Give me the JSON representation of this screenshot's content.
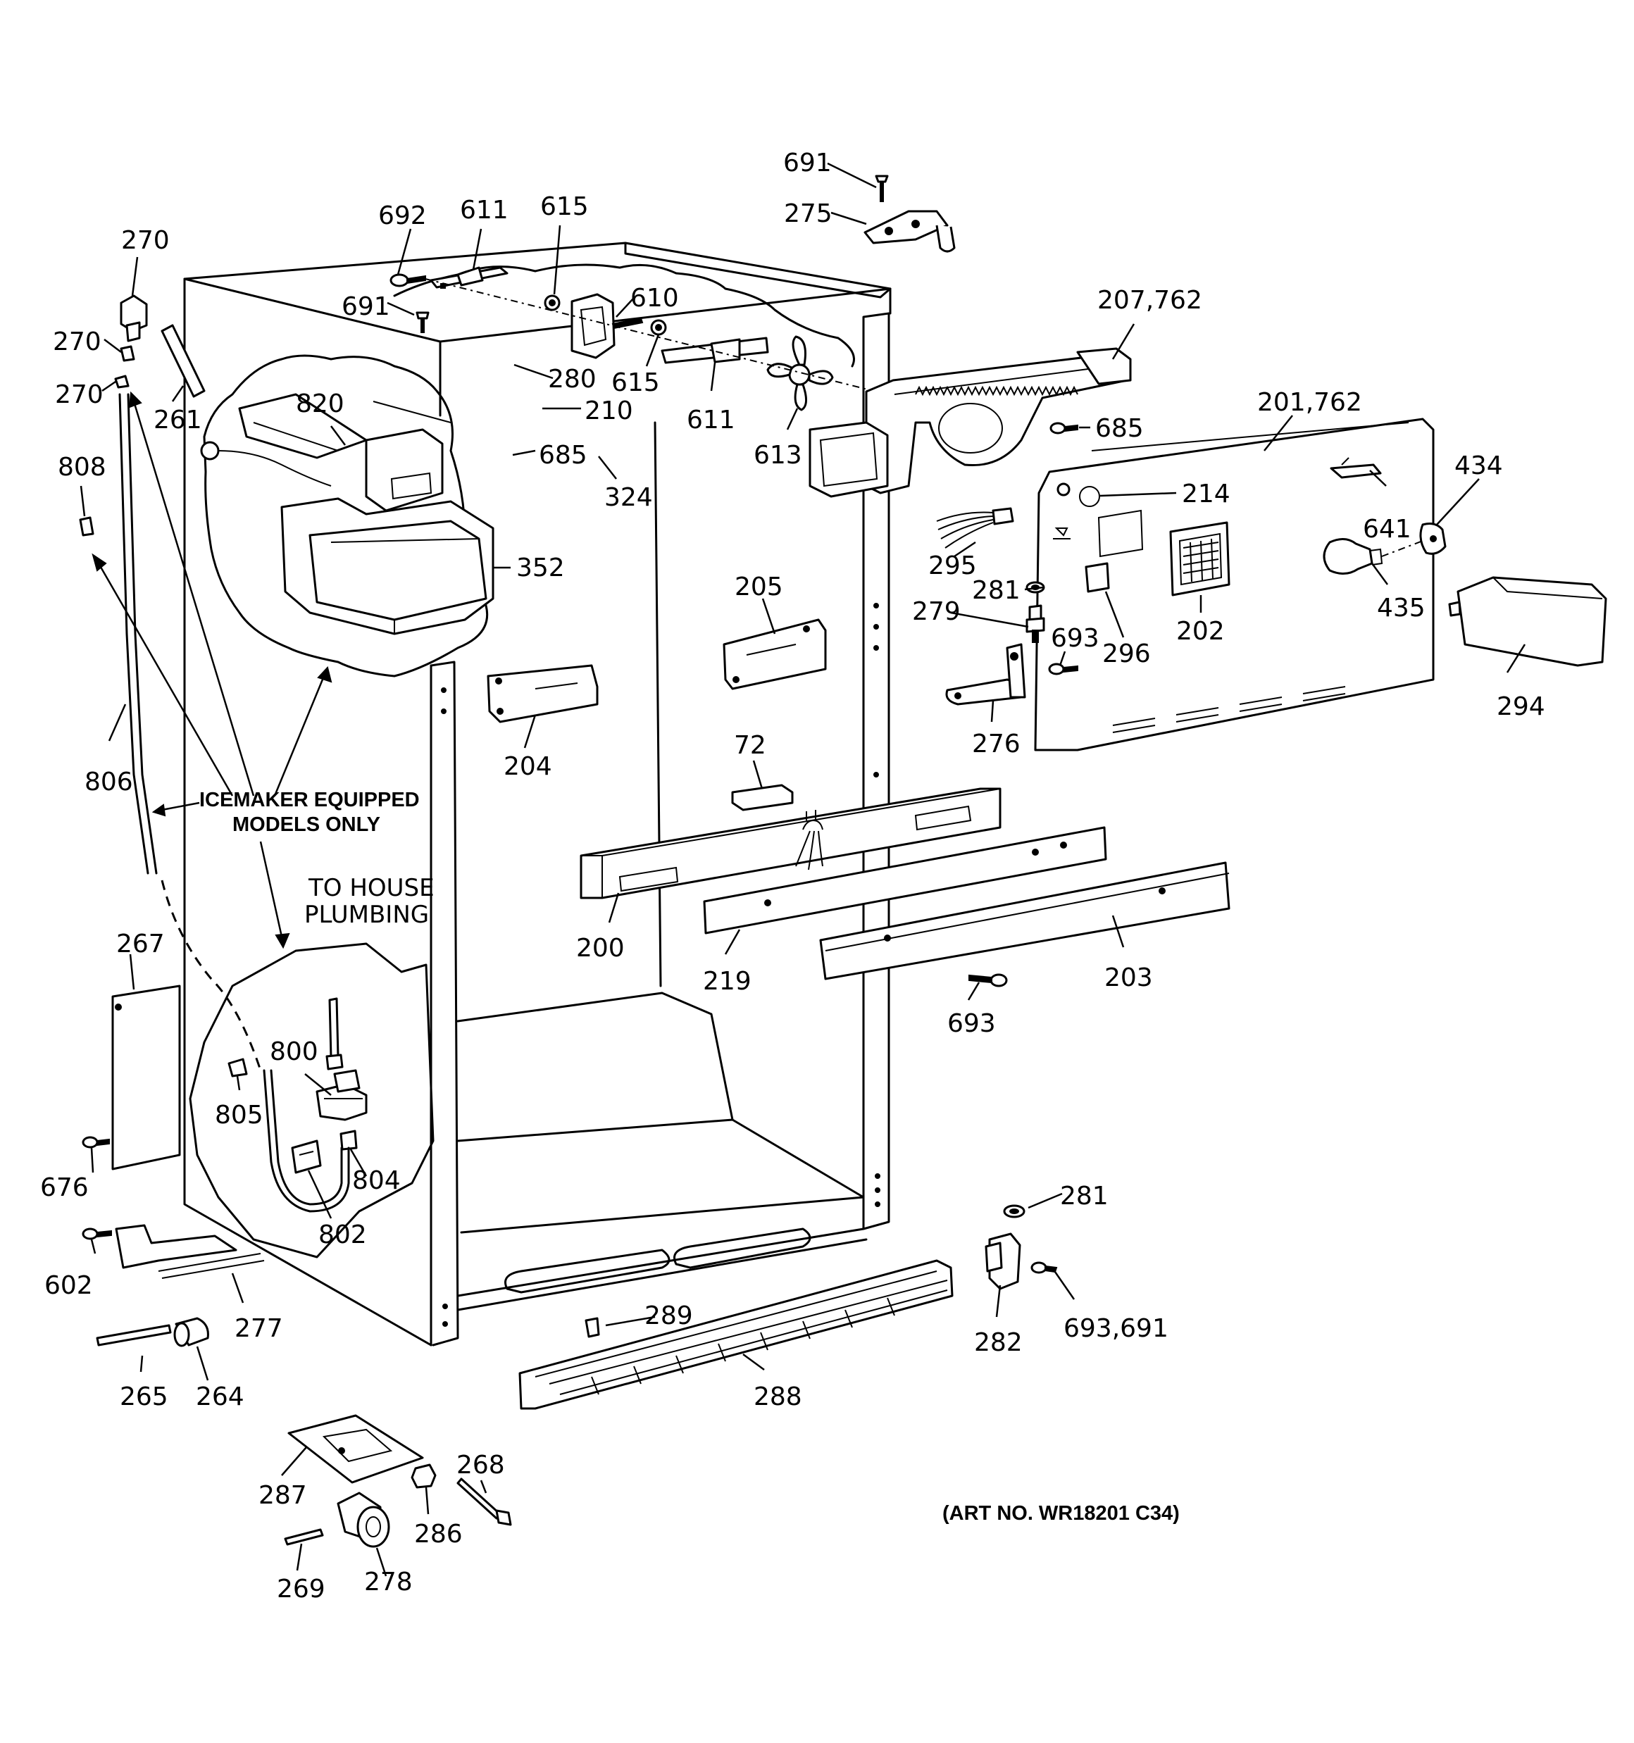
{
  "labels": {
    "l691_top": "691",
    "l275": "275",
    "l692": "692",
    "l611_top": "611",
    "l615_top": "615",
    "l270_top": "270",
    "l691_mid": "691",
    "l610": "610",
    "l207_762": "207,762",
    "l270_mid": "270",
    "l270_low": "270",
    "l280": "280",
    "l615_low": "615",
    "l261": "261",
    "l820": "820",
    "l210": "210",
    "l611_low": "611",
    "l685_left": "685",
    "l613": "613",
    "l685_right": "685",
    "l201_762": "201,762",
    "l434": "434",
    "l808": "808",
    "l324": "324",
    "l214": "214",
    "l641": "641",
    "l352": "352",
    "l295": "295",
    "l281_top": "281",
    "l435": "435",
    "l205": "205",
    "l279": "279",
    "l693_panel": "693",
    "l202": "202",
    "l296": "296",
    "l294": "294",
    "l204": "204",
    "l276": "276",
    "l806": "806",
    "l72": "72",
    "l200": "200",
    "l219": "219",
    "l203": "203",
    "l693_low": "693",
    "l267": "267",
    "l800": "800",
    "l805": "805",
    "l804": "804",
    "l802": "802",
    "l676": "676",
    "l281_low": "281",
    "l602": "602",
    "l277": "277",
    "l289": "289",
    "l282": "282",
    "l693_691": "693,691",
    "l265": "265",
    "l264": "264",
    "l288": "288",
    "l287": "287",
    "l268": "268",
    "l286": "286",
    "l269": "269",
    "l278": "278"
  },
  "notes": {
    "icemaker_line1": "ICEMAKER EQUIPPED",
    "icemaker_line2": "MODELS ONLY",
    "house_line1": "TO HOUSE",
    "house_line2": "PLUMBING",
    "art_no": "(ART NO. WR18201 C34)"
  }
}
